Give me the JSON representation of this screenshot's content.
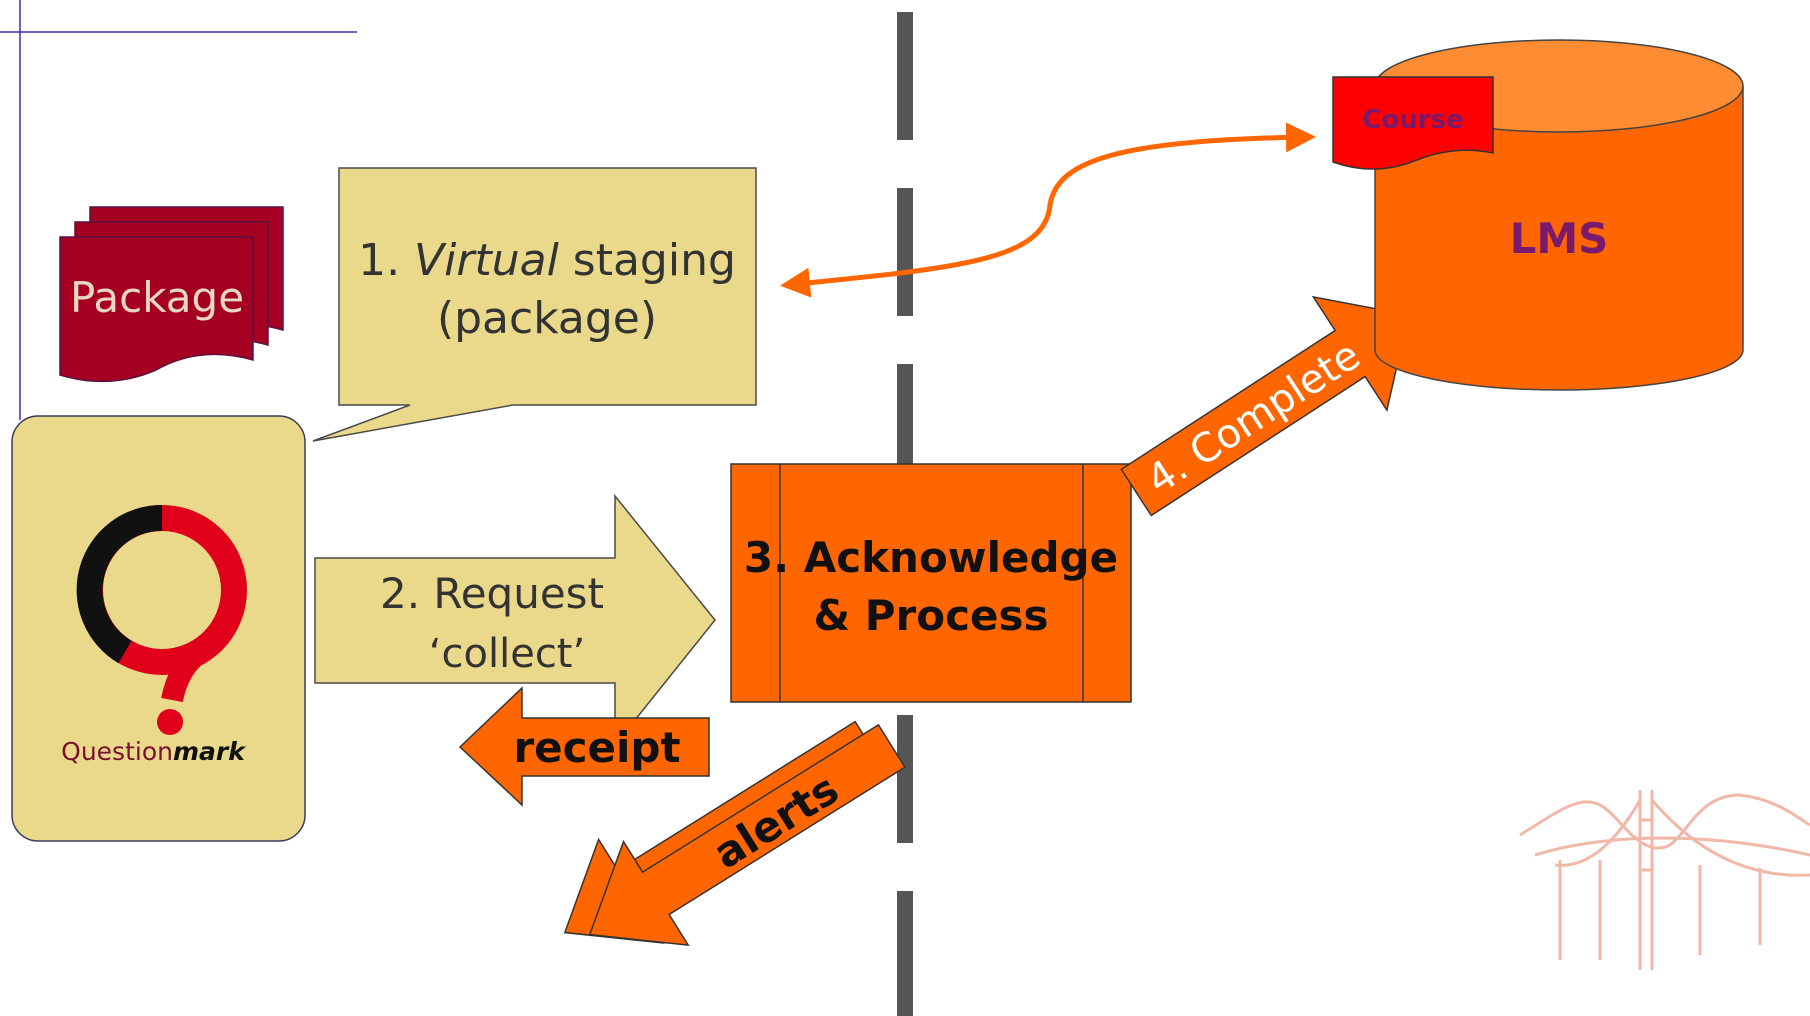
{
  "colors": {
    "orange": "#ff6600",
    "orange_light": "#ff8c33",
    "tan": "#ead98b",
    "maroon": "#a50021",
    "purple": "#7a1a6e",
    "course_red": "#ff0000",
    "divider": "#555555",
    "slide_line": "#3333aa"
  },
  "package": {
    "label": "Package"
  },
  "staging": {
    "line1_prefix": "1. ",
    "line1_italic": "Virtual",
    "line1_suffix": " staging",
    "line2": "(package)"
  },
  "questionmark": {
    "brand_plain": "Question",
    "brand_italic": "mark"
  },
  "request": {
    "line1": "2. Request",
    "line2": "‘collect’"
  },
  "process": {
    "line1": "3. Acknowledge",
    "line2": "& Process"
  },
  "receipt": {
    "label": "receipt"
  },
  "alerts": {
    "label": "alerts"
  },
  "complete": {
    "label": "4. Complete"
  },
  "lms": {
    "label": "LMS"
  },
  "course": {
    "label": "Course"
  }
}
